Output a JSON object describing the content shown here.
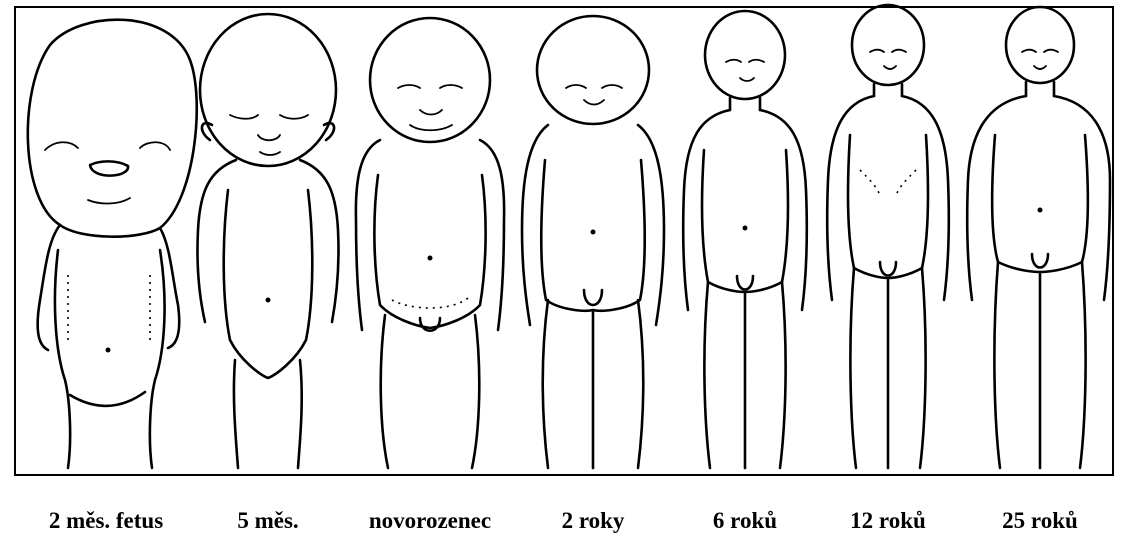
{
  "figure": {
    "labels": [
      "2 měs. fetus",
      "5 měs.",
      "novorozenec",
      "2 roky",
      "6 roků",
      "12 roků",
      "25 roků"
    ]
  }
}
